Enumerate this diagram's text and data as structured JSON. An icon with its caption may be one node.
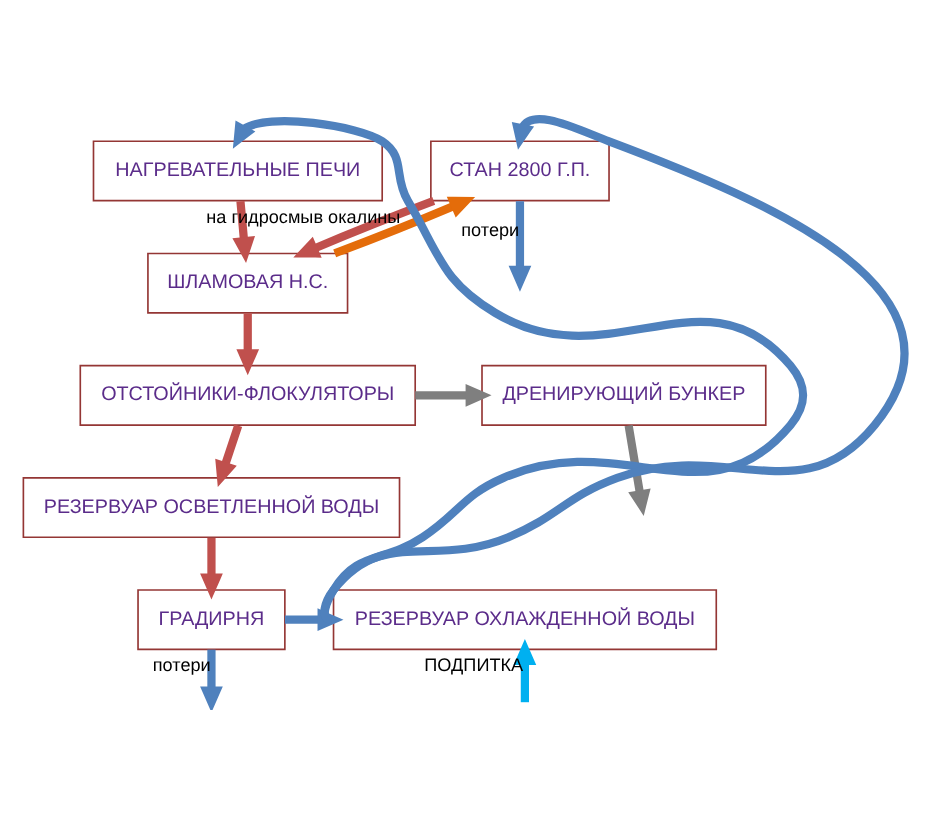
{
  "diagram": {
    "nodes": [
      {
        "text": [
          "НАГРЕВАТЕЛЬНЫЕ ПЕЧИ"
        ]
      },
      {
        "text": [
          "СТАН 2800 Г.П."
        ]
      },
      {
        "text": [
          "ШЛАМОВАЯ Н.С."
        ]
      },
      {
        "text": [
          "ОТСТОЙНИКИ-ФЛОКУЛЯТОРЫ"
        ]
      },
      {
        "text": [
          "ДРЕНИРУЮЩИЙ БУНКЕР"
        ]
      },
      {
        "text": [
          "РЕЗЕРВУАР ОСВЕТЛЕННОЙ ВОДЫ"
        ]
      },
      {
        "text": [
          "ГРАДИРНЯ"
        ]
      },
      {
        "text": [
          "РЕЗЕРВУАР ОХЛАЖДЕННОЙ ВОДЫ"
        ]
      }
    ],
    "edges": [
      {
        "from": 7,
        "to": 0,
        "arrow": "to",
        "color": "#4f81bd"
      },
      {
        "from": 7,
        "to": 1,
        "arrow": "to",
        "color": "#4f81bd"
      },
      {
        "from": 0,
        "to": 2,
        "arrow": "to",
        "color": "#c0504d"
      },
      {
        "from": 1,
        "to": 2,
        "arrow": "to",
        "color": "#c0504d"
      },
      {
        "from": 2,
        "to": 1,
        "arrow": "to",
        "label": "на гидросмыв окалины",
        "color": "#e46c0a"
      },
      {
        "from": 1,
        "to": null,
        "arrow": "to",
        "label": "потери",
        "color": "#4f81bd"
      },
      {
        "from": 2,
        "to": 3,
        "arrow": "to",
        "color": "#c0504d"
      },
      {
        "from": 3,
        "to": 4,
        "arrow": "to",
        "color": "#7f7f7f"
      },
      {
        "from": 4,
        "to": null,
        "arrow": "to",
        "color": "#7f7f7f"
      },
      {
        "from": 3,
        "to": 5,
        "arrow": "to",
        "color": "#c0504d"
      },
      {
        "from": 5,
        "to": 6,
        "arrow": "to",
        "color": "#c0504d"
      },
      {
        "from": 6,
        "to": 7,
        "arrow": "to",
        "color": "#4f81bd"
      },
      {
        "from": 6,
        "to": null,
        "arrow": "to",
        "label": "потери",
        "color": "#4f81bd"
      },
      {
        "from": null,
        "to": 7,
        "arrow": "to",
        "label": "ПОДПИТКА",
        "color": "#00b0f0"
      }
    ]
  }
}
